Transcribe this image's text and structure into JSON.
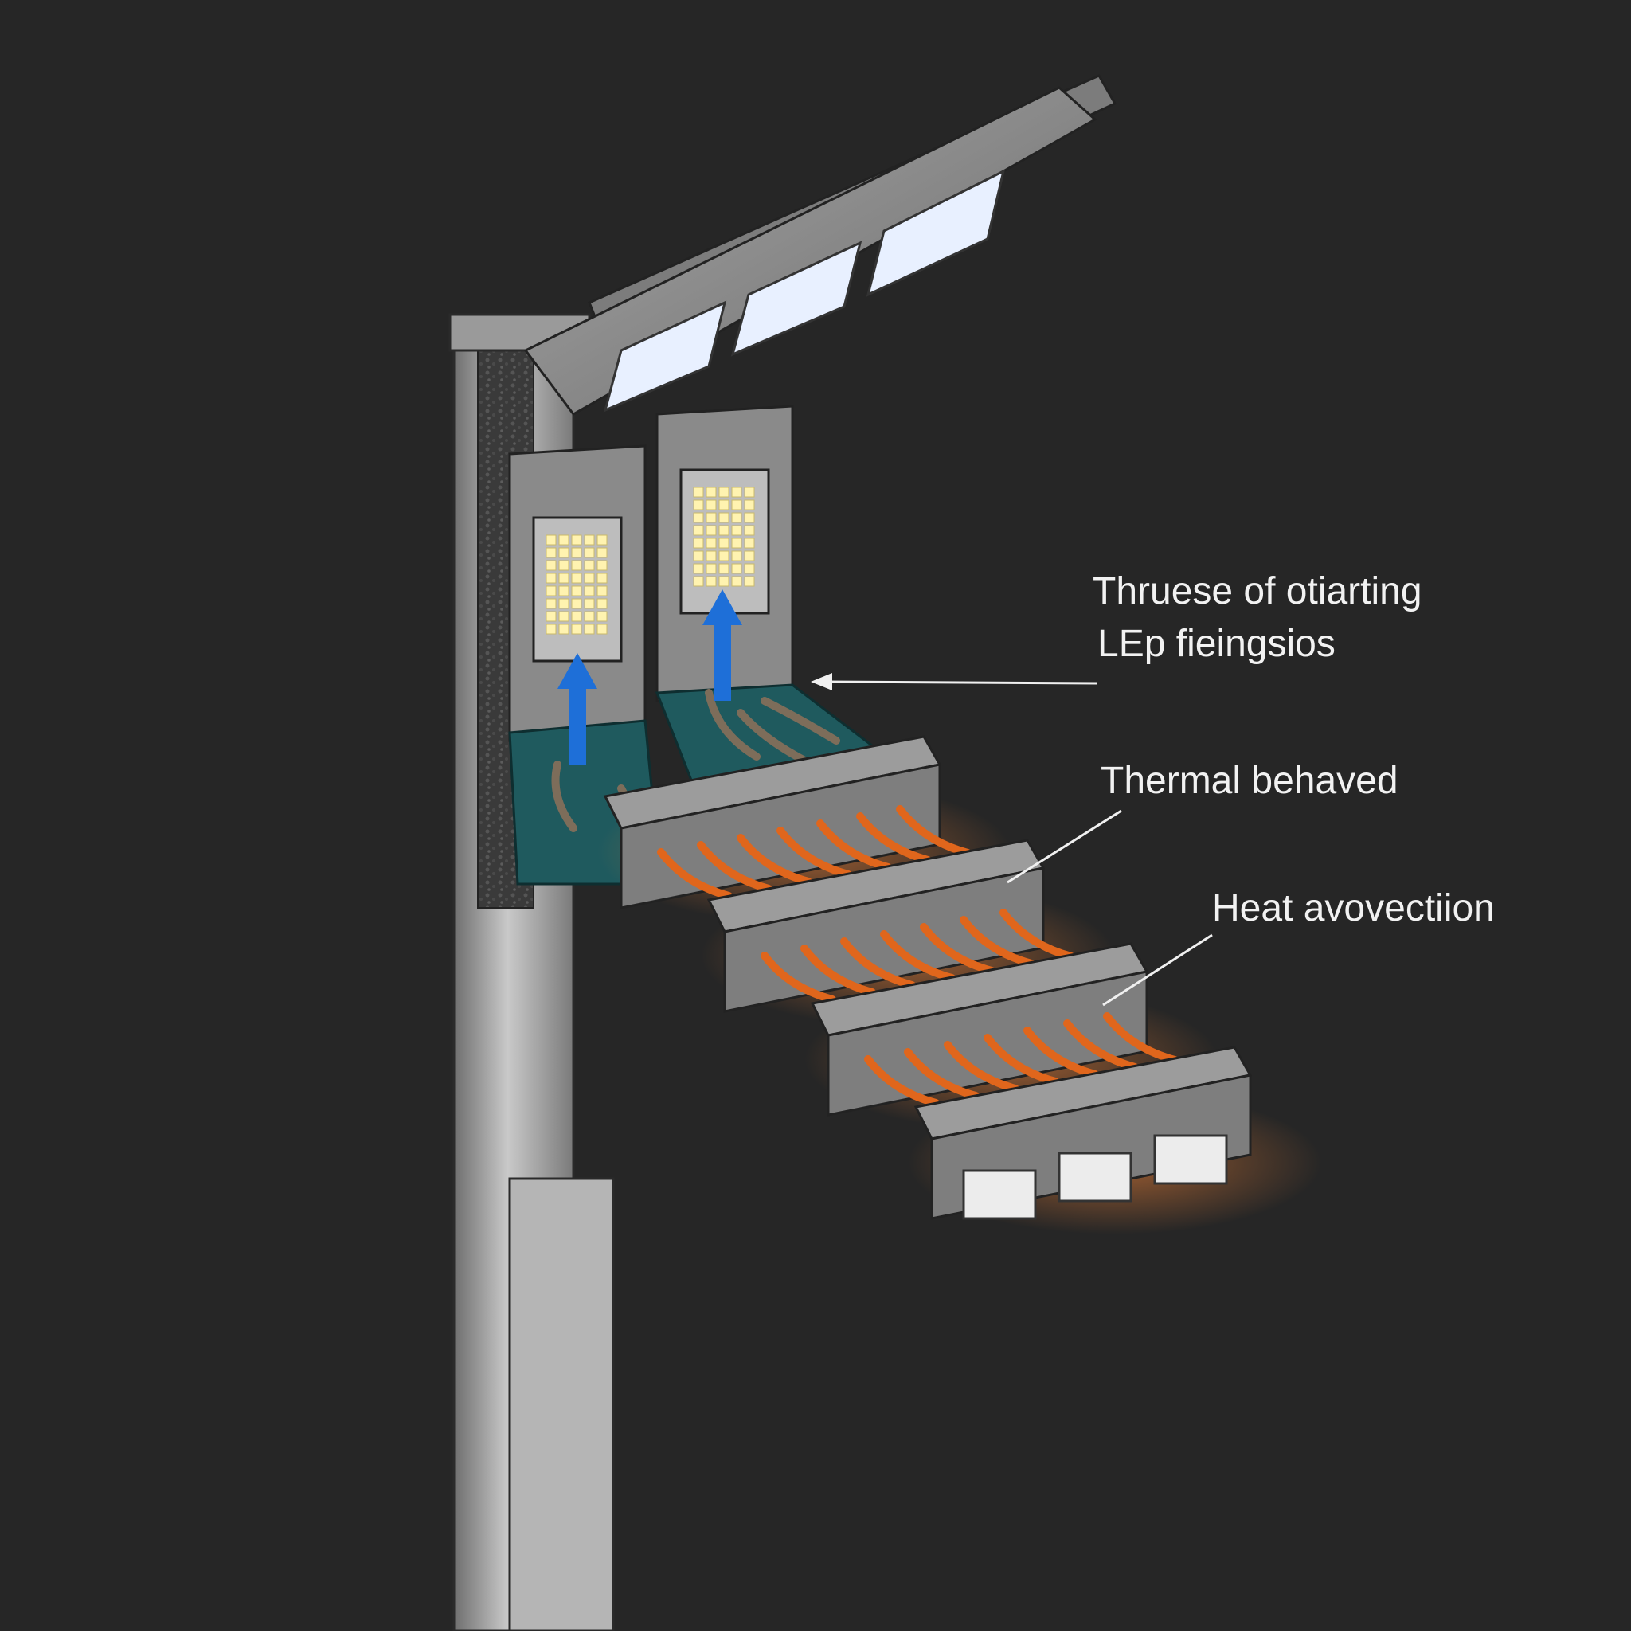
{
  "callouts": {
    "led_fixture": {
      "line1": "Thruese of otiarting",
      "line2": "LEp fieingsios"
    },
    "thermal": {
      "label": "Thermal behaved"
    },
    "convection": {
      "label": "Heat avovectiion"
    }
  },
  "colors": {
    "background": "#262626",
    "housing": "#8f8f8f",
    "pcb": "#1f5a5e",
    "heat_pipe": "#e0661c",
    "airflow_arrow": "#1e6fd8",
    "led_cell": "#fff3b0"
  },
  "icons": {
    "airflow": "up-arrow-icon",
    "callout_pointer": "arrowhead-icon"
  }
}
